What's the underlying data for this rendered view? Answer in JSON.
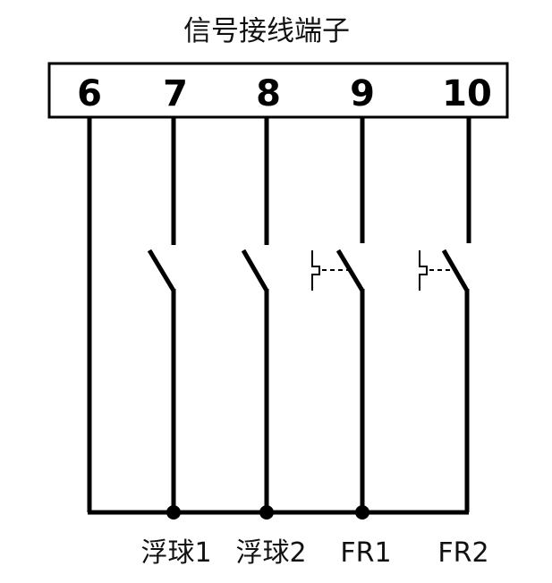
{
  "title": "信号接线端子",
  "terminals": [
    "6",
    "7",
    "8",
    "9",
    "10"
  ],
  "labels": [
    "浮球1",
    "浮球2",
    "FR1",
    "FR2"
  ],
  "colors": {
    "line": "#000000",
    "background": "#ffffff"
  }
}
